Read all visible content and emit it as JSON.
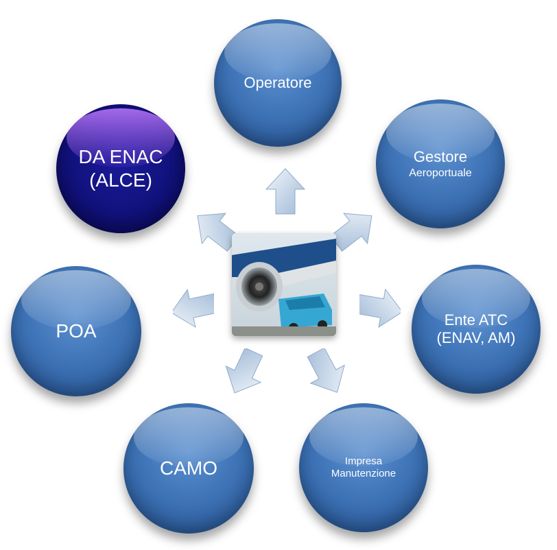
{
  "diagram": {
    "center_image": "aircraft-engine-maintenance-photo",
    "nodes": {
      "operatore": {
        "label": "Operatore"
      },
      "gestore": {
        "line1": "Gestore",
        "line2": "Aeroportuale"
      },
      "ente_atc": {
        "line1": "Ente ATC",
        "line2": "(ENAV, AM)"
      },
      "impresa": {
        "line1": "Impresa",
        "line2": "Manutenzione"
      },
      "camo": {
        "label": "CAMO"
      },
      "poa": {
        "label": "POA"
      },
      "da_enac": {
        "line1": "DA ENAC",
        "line2": "(ALCE)"
      }
    },
    "colors": {
      "node_blue": "#3f75b8",
      "node_dark": "#12127e",
      "arrow_fill": "#b9cfe6",
      "text": "#ffffff"
    }
  }
}
